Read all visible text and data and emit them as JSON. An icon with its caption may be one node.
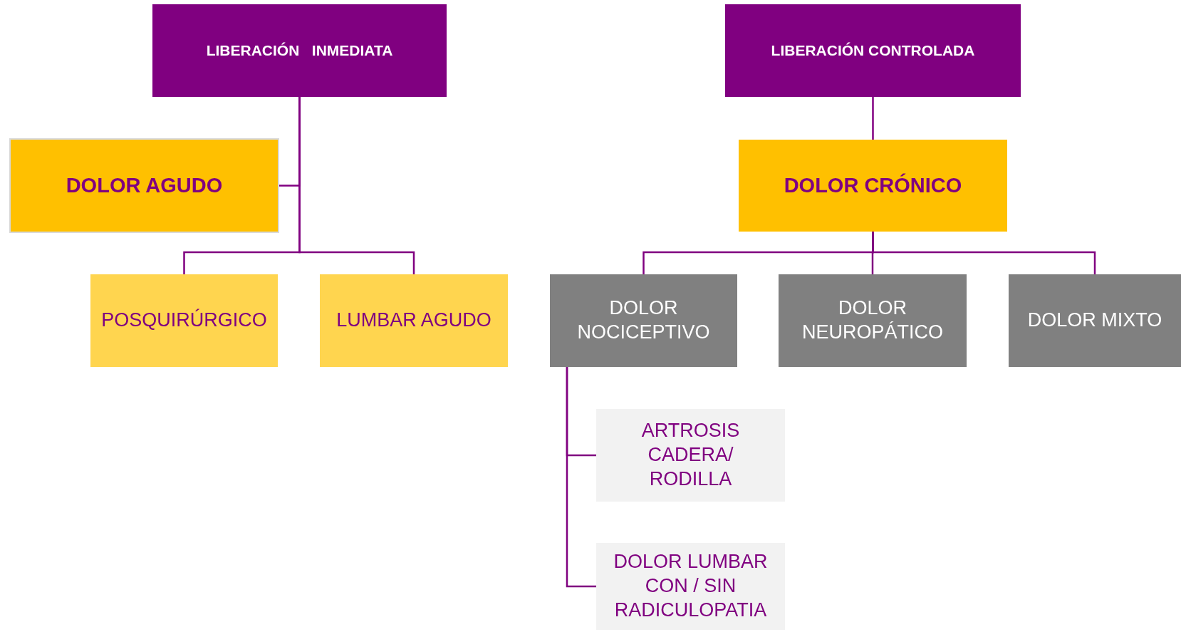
{
  "diagram": {
    "nodes": [
      {
        "text": [
          "LIBERACIÓN   INMEDIATA"
        ]
      },
      {
        "text": [
          "LIBERACIÓN CONTROLADA"
        ]
      },
      {
        "text": [
          "DOLOR AGUDO"
        ]
      },
      {
        "text": [
          "DOLOR CRÓNICO"
        ]
      },
      {
        "text": [
          "POSQUIRÚRGICO"
        ]
      },
      {
        "text": [
          "LUMBAR AGUDO"
        ]
      },
      {
        "text": [
          "DOLOR NOCICEPTIVO"
        ]
      },
      {
        "text": [
          "DOLOR NEUROPÁTICO"
        ]
      },
      {
        "text": [
          "DOLOR MIXTO"
        ]
      },
      {
        "text": [
          "ARTROSIS CADERA/ RODILLA"
        ]
      },
      {
        "text": [
          "DOLOR LUMBAR CON / SIN RADICULOPATIA"
        ]
      }
    ],
    "edges": [
      {
        "from": 0,
        "to": 2,
        "arrow": "none"
      },
      {
        "from": 0,
        "to": 4,
        "arrow": "none"
      },
      {
        "from": 0,
        "to": 5,
        "arrow": "none"
      },
      {
        "from": 1,
        "to": 3,
        "arrow": "none"
      },
      {
        "from": 3,
        "to": 6,
        "arrow": "none"
      },
      {
        "from": 3,
        "to": 7,
        "arrow": "none"
      },
      {
        "from": 3,
        "to": 8,
        "arrow": "none"
      },
      {
        "from": 6,
        "to": 9,
        "arrow": "none"
      },
      {
        "from": 6,
        "to": 10,
        "arrow": "none"
      }
    ]
  }
}
